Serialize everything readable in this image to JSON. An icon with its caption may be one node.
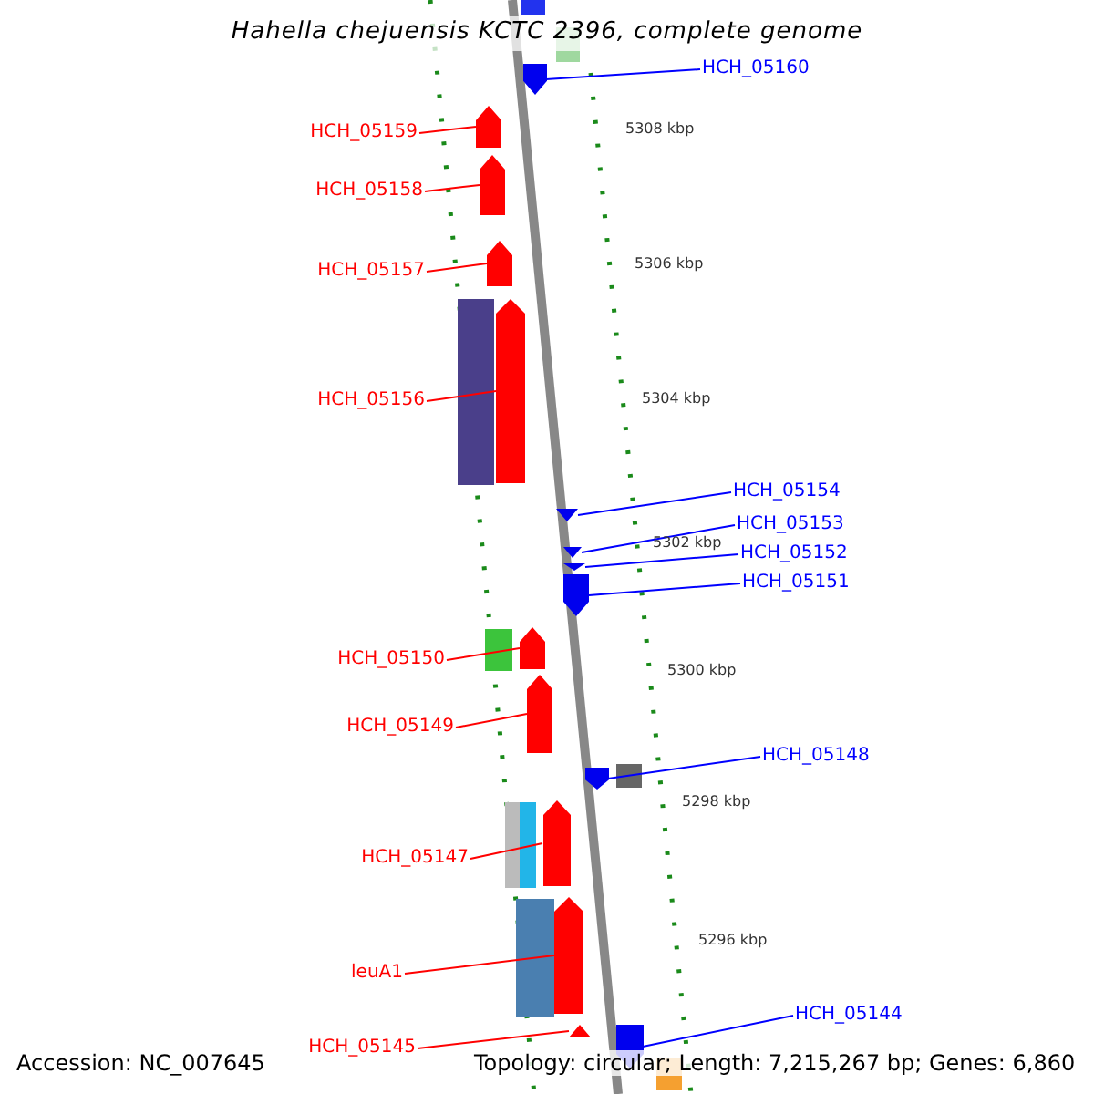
{
  "diagram": {
    "title": "Hahella chejuensis KCTC 2396, complete genome",
    "nodes": [
      {
        "text": [
          "HCH_05160"
        ]
      },
      {
        "text": [
          "HCH_05159"
        ]
      },
      {
        "text": [
          "HCH_05158"
        ]
      },
      {
        "text": [
          "HCH_05157"
        ]
      },
      {
        "text": [
          "HCH_05156"
        ]
      },
      {
        "text": [
          "HCH_05154"
        ]
      },
      {
        "text": [
          "HCH_05153"
        ]
      },
      {
        "text": [
          "HCH_05152"
        ]
      },
      {
        "text": [
          "HCH_05151"
        ]
      },
      {
        "text": [
          "HCH_05150"
        ]
      },
      {
        "text": [
          "HCH_05149"
        ]
      },
      {
        "text": [
          "HCH_05148"
        ]
      },
      {
        "text": [
          "HCH_05147"
        ]
      },
      {
        "text": [
          "leuA1"
        ]
      },
      {
        "text": [
          "HCH_05145"
        ]
      },
      {
        "text": [
          "HCH_05144"
        ]
      },
      {
        "text": [],
        "shape": "arrow"
      },
      {
        "text": [],
        "shape": "arrow"
      },
      {
        "text": [],
        "shape": "arrow"
      },
      {
        "text": [],
        "shape": "arrow"
      },
      {
        "text": [],
        "shape": "arrow"
      },
      {
        "text": [],
        "shape": "arrow"
      },
      {
        "text": [],
        "shape": "arrow"
      },
      {
        "text": [],
        "shape": "arrow"
      },
      {
        "text": [],
        "shape": "arrow"
      },
      {
        "text": [],
        "shape": "arrow"
      },
      {
        "text": [],
        "shape": "arrow"
      },
      {
        "text": [],
        "shape": "arrow"
      },
      {
        "text": [],
        "shape": "arrow"
      },
      {
        "text": [],
        "shape": "arrow"
      },
      {
        "text": [],
        "shape": "arrow"
      },
      {
        "text": [],
        "shape": "arrow"
      }
    ],
    "edges": [
      {
        "from": 0,
        "to": 16,
        "arrow": "none",
        "color": "#0000ff"
      },
      {
        "from": 1,
        "to": 17,
        "arrow": "none"
      },
      {
        "from": 2,
        "to": 18,
        "arrow": "none"
      },
      {
        "from": 3,
        "to": 19,
        "arrow": "none"
      },
      {
        "from": 4,
        "to": 20,
        "arrow": "none"
      },
      {
        "from": 5,
        "to": 21,
        "arrow": "none",
        "color": "#0000ff"
      },
      {
        "from": 6,
        "to": 22,
        "arrow": "none",
        "color": "#0000ff"
      },
      {
        "from": 7,
        "to": 23,
        "arrow": "none",
        "color": "#0000ff"
      },
      {
        "from": 8,
        "to": 24,
        "arrow": "none",
        "color": "#0000ff"
      },
      {
        "from": 9,
        "to": 25,
        "arrow": "none"
      },
      {
        "from": 10,
        "to": 26,
        "arrow": "none"
      },
      {
        "from": 11,
        "to": 27,
        "arrow": "none",
        "color": "#0000ff"
      },
      {
        "from": 12,
        "to": 28,
        "arrow": "none"
      },
      {
        "from": 13,
        "to": 29,
        "arrow": "none"
      },
      {
        "from": 14,
        "to": 30,
        "arrow": "none"
      },
      {
        "from": 15,
        "to": 31,
        "arrow": "none",
        "color": "#0000ff"
      }
    ],
    "labels": [
      "5308 kbp",
      "5306 kbp",
      "5304 kbp",
      "5302 kbp",
      "5300 kbp",
      "5298 kbp",
      "5296 kbp",
      "Accession: NC_007645",
      "Topology: circular; Length: 7,215,267 bp; Genes: 6,860"
    ]
  }
}
